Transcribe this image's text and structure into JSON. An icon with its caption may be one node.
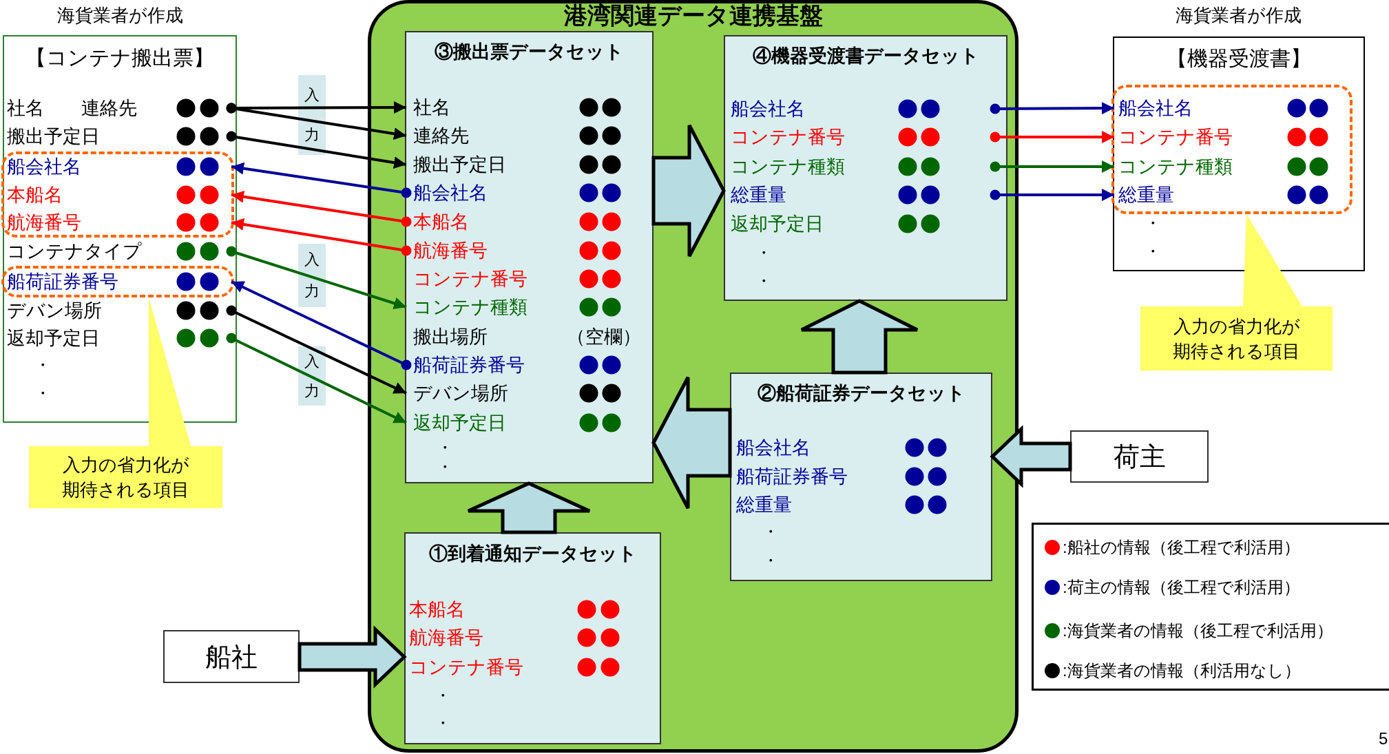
{
  "diagram": {
    "nodes": [
      {
        "text": [
          "海貨業者が作成",
          "【コンテナ搬出票】"
        ]
      },
      {
        "text": [
          "社名",
          "連絡先"
        ],
        "in": 0
      },
      {
        "text": [
          "搬出予定日"
        ],
        "in": 0
      },
      {
        "text": [],
        "shape": "box",
        "in": 0
      },
      {
        "text": [
          "船会社名"
        ],
        "in": 3
      },
      {
        "text": [
          "本船名"
        ],
        "in": 3
      },
      {
        "text": [
          "航海番号"
        ],
        "in": 3
      },
      {
        "text": [
          "コンテナタイプ"
        ],
        "in": 0
      },
      {
        "text": [],
        "shape": "box",
        "in": 0
      },
      {
        "text": [
          "船荷証券番号"
        ],
        "in": 8
      },
      {
        "text": [
          "デバン場所"
        ],
        "in": 0
      },
      {
        "text": [
          "返却予定日"
        ],
        "in": 0
      },
      {
        "text": [
          "入力の省力化が期待される項目"
        ]
      },
      {
        "text": [
          "港湾関連データ連携基盤"
        ]
      },
      {
        "text": [
          "③搬出票データセット"
        ],
        "in": 13
      },
      {
        "text": [
          "社名"
        ],
        "in": 14
      },
      {
        "text": [
          "連絡先"
        ],
        "in": 14
      },
      {
        "text": [
          "搬出予定日"
        ],
        "in": 14
      },
      {
        "text": [
          "船会社名"
        ],
        "in": 14
      },
      {
        "text": [
          "本船名"
        ],
        "in": 14
      },
      {
        "text": [
          "航海番号"
        ],
        "in": 14
      },
      {
        "text": [
          "コンテナ番号"
        ],
        "in": 14
      },
      {
        "text": [
          "コンテナ種類"
        ],
        "in": 14
      },
      {
        "text": [
          "搬出場所",
          "（空欄）"
        ],
        "in": 14
      },
      {
        "text": [
          "船荷証券番号"
        ],
        "in": 14
      },
      {
        "text": [
          "デバン場所"
        ],
        "in": 14
      },
      {
        "text": [
          "返却予定日"
        ],
        "in": 14
      },
      {
        "text": [
          "④機器受渡書データセット"
        ],
        "in": 13
      },
      {
        "text": [
          "船会社名"
        ],
        "in": 27
      },
      {
        "text": [
          "コンテナ番号"
        ],
        "in": 27
      },
      {
        "text": [
          "コンテナ種類"
        ],
        "in": 27
      },
      {
        "text": [
          "総重量"
        ],
        "in": 27
      },
      {
        "text": [
          "返却予定日"
        ],
        "in": 27
      },
      {
        "text": [
          "②船荷証券データセット"
        ],
        "in": 13
      },
      {
        "text": [
          "船会社名"
        ],
        "in": 33
      },
      {
        "text": [
          "船荷証券番号"
        ],
        "in": 33
      },
      {
        "text": [
          "総重量"
        ],
        "in": 33
      },
      {
        "text": [
          "①到着通知データセット"
        ],
        "in": 13
      },
      {
        "text": [
          "本船名"
        ],
        "in": 37
      },
      {
        "text": [
          "航海番号"
        ],
        "in": 37
      },
      {
        "text": [
          "コンテナ番号"
        ],
        "in": 37
      },
      {
        "text": [
          "海貨業者が作成",
          "【機器受渡書】"
        ]
      },
      {
        "text": [],
        "shape": "box",
        "in": 41
      },
      {
        "text": [
          "船会社名"
        ],
        "in": 42
      },
      {
        "text": [
          "コンテナ番号"
        ],
        "in": 42
      },
      {
        "text": [
          "コンテナ種類"
        ],
        "in": 42
      },
      {
        "text": [
          "総重量"
        ],
        "in": 42
      },
      {
        "text": [
          "入力の省力化が期待される項目"
        ]
      },
      {
        "text": [
          "船社"
        ]
      },
      {
        "text": [
          "荷主"
        ]
      }
    ],
    "edges": [
      {
        "from": 1,
        "to": 15,
        "arrow": "to",
        "color": "#000000"
      },
      {
        "from": 1,
        "to": 16,
        "arrow": "to",
        "color": "#000000"
      },
      {
        "from": 2,
        "to": 17,
        "arrow": "to",
        "color": "#000000"
      },
      {
        "from": 18,
        "to": 4,
        "arrow": "to",
        "color": "#000099"
      },
      {
        "from": 19,
        "to": 5,
        "arrow": "to",
        "color": "#ff0000"
      },
      {
        "from": 20,
        "to": 6,
        "arrow": "to",
        "color": "#ff0000"
      },
      {
        "from": 7,
        "to": 22,
        "arrow": "to",
        "color": "#006600"
      },
      {
        "from": 24,
        "to": 9,
        "arrow": "to",
        "color": "#000099"
      },
      {
        "from": 10,
        "to": 25,
        "arrow": "to",
        "color": "#000000"
      },
      {
        "from": 11,
        "to": 26,
        "arrow": "to",
        "color": "#006600"
      },
      {
        "from": 28,
        "to": 43,
        "arrow": "to",
        "color": "#000099"
      },
      {
        "from": 29,
        "to": 44,
        "arrow": "to",
        "color": "#ff0000"
      },
      {
        "from": 30,
        "to": 45,
        "arrow": "to",
        "color": "#006600"
      },
      {
        "from": 31,
        "to": 46,
        "arrow": "to",
        "color": "#000099"
      },
      {
        "from": 48,
        "to": 37,
        "arrow": "to",
        "style": "thick"
      },
      {
        "from": 37,
        "to": 14,
        "arrow": "to",
        "style": "thick"
      },
      {
        "from": 33,
        "to": 14,
        "arrow": "to",
        "style": "thick"
      },
      {
        "from": 33,
        "to": 27,
        "arrow": "to",
        "style": "thick"
      },
      {
        "from": 14,
        "to": 27,
        "arrow": "to",
        "style": "thick"
      },
      {
        "from": 49,
        "to": 33,
        "arrow": "to",
        "style": "thick"
      },
      {
        "from": 12,
        "to": 8,
        "arrow": "to",
        "color": "#ffff66"
      },
      {
        "from": 47,
        "to": 42,
        "arrow": "to",
        "color": "#ffff66"
      }
    ],
    "labels": [
      "入力",
      "入力",
      "入力",
      "・",
      "・",
      "・",
      "・",
      "・",
      "・",
      "・",
      "・",
      "・",
      "・",
      "・",
      "・",
      "5"
    ],
    "legend": [
      {
        "text": ":船社の情報（後工程で利活用）",
        "color": "#ff0000"
      },
      {
        "text": ":荷主の情報（後工程で利活用）",
        "color": "#000099"
      },
      {
        "text": ":海貨業者の情報（後工程で利活用）",
        "color": "#006600"
      },
      {
        "text": ":海貨業者の情報（利活用なし）",
        "color": "#000000"
      }
    ]
  }
}
